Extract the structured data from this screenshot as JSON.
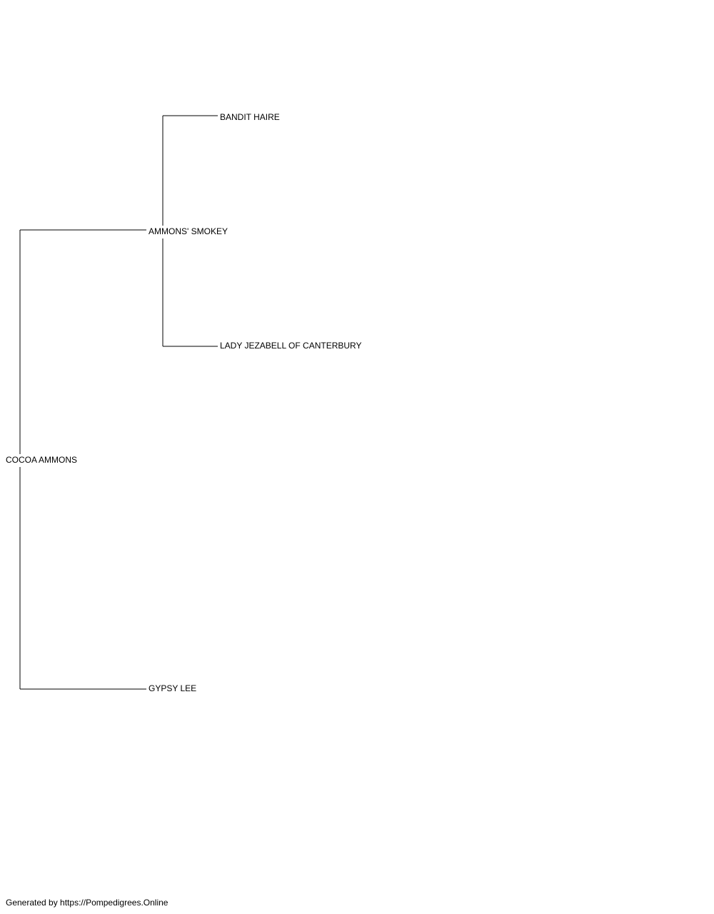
{
  "pedigree": {
    "subject": "COCOA AMMONS",
    "sire": "AMMONS' SMOKEY",
    "dam": "GYPSY LEE",
    "sire_sire": "BANDIT HAIRE",
    "sire_dam": "LADY JEZABELL OF CANTERBURY"
  },
  "footer": {
    "text": "Generated by https://Pompedigrees.Online"
  }
}
